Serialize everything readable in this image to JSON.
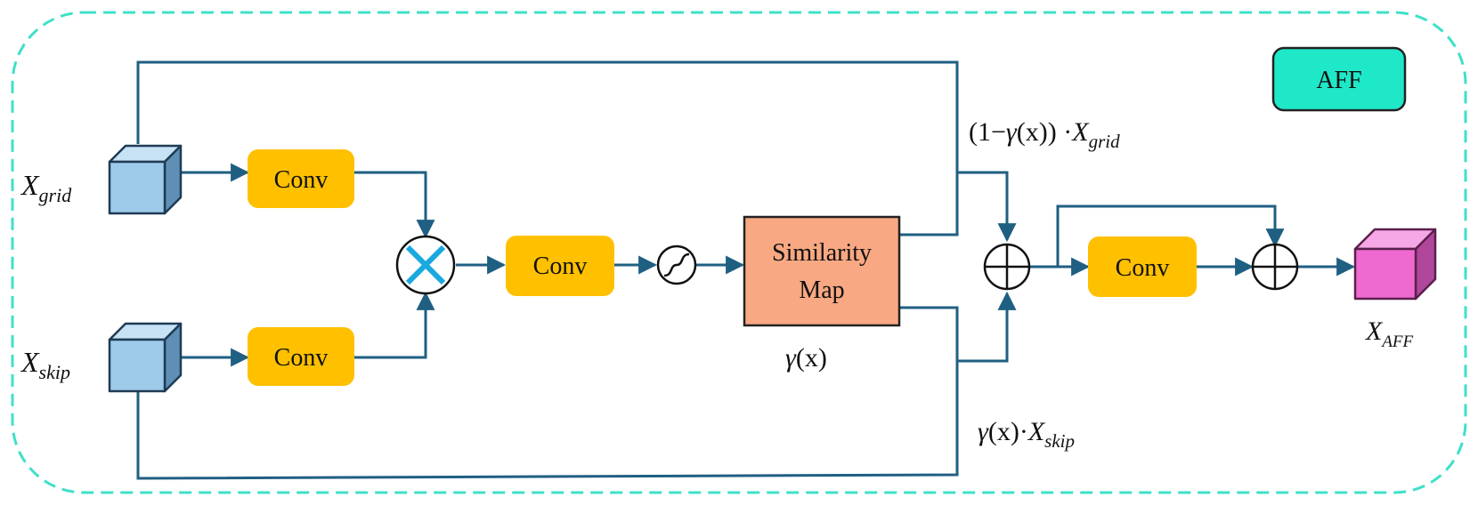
{
  "badge": {
    "label": "AFF",
    "color": "#1ee8c8"
  },
  "inputs": {
    "grid": {
      "base": "X",
      "sub": "grid"
    },
    "skip": {
      "base": "X",
      "sub": "skip"
    }
  },
  "output": {
    "base": "X",
    "sub": "AFF"
  },
  "blocks": {
    "conv_grid": "Conv",
    "conv_skip": "Conv",
    "conv_mid": "Conv",
    "conv_out": "Conv",
    "similarity_line1": "Similarity",
    "similarity_line2": "Map"
  },
  "annotations": {
    "gamma": {
      "sym": "γ",
      "arg": "(x)"
    },
    "grid_weight": {
      "prefix": "(1−",
      "sym": "γ",
      "arg": "(x))",
      "dot": " ·",
      "base": "X",
      "sub": "grid"
    },
    "skip_weight": {
      "sym": "γ",
      "arg": "(x)",
      "dot": "·",
      "base": "X",
      "sub": "skip"
    }
  },
  "colors": {
    "frame_dash": "#3fe0c8",
    "arrow": "#1f5f82",
    "conv": "#ffc000",
    "similarity": "#f8a882",
    "input_cube": "#9ecbea",
    "output_cube": "#ef6ad0",
    "multiply_cross": "#1aa8e0"
  },
  "icons": {
    "multiply": "multiply-icon",
    "sigmoid": "sigmoid-icon",
    "add": "add-icon"
  }
}
